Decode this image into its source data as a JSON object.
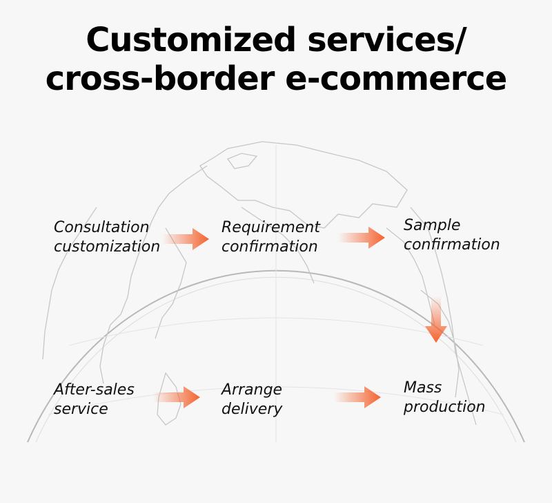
{
  "title": {
    "line1": "Customized services/",
    "line2": "cross-border e-commerce"
  },
  "steps": [
    {
      "line1": "Consultation",
      "line2": "customization"
    },
    {
      "line1": "Requirement",
      "line2": "confirmation"
    },
    {
      "line1": "Sample",
      "line2": "confirmation"
    },
    {
      "line1": "Mass",
      "line2": "production"
    },
    {
      "line1": "Arrange",
      "line2": "delivery"
    },
    {
      "line1": "After-sales",
      "line2": "service"
    }
  ],
  "colors": {
    "arrow": "#f4632f",
    "globe_outline": "#bdbdbd",
    "background": "#f7f7f7"
  }
}
